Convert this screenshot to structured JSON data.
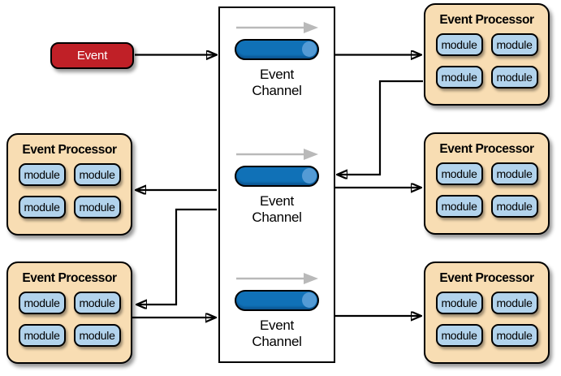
{
  "event": {
    "label": "Event"
  },
  "channels": [
    {
      "label": "Event Channel"
    },
    {
      "label": "Event Channel"
    },
    {
      "label": "Event Channel"
    }
  ],
  "processors": [
    {
      "position": "top-right",
      "title": "Event Processor",
      "modules": [
        "module",
        "module",
        "module",
        "module"
      ]
    },
    {
      "position": "middle-left",
      "title": "Event Processor",
      "modules": [
        "module",
        "module",
        "module",
        "module"
      ]
    },
    {
      "position": "middle-right",
      "title": "Event Processor",
      "modules": [
        "module",
        "module",
        "module",
        "module"
      ]
    },
    {
      "position": "bottom-left",
      "title": "Event Processor",
      "modules": [
        "module",
        "module",
        "module",
        "module"
      ]
    },
    {
      "position": "bottom-right",
      "title": "Event Processor",
      "modules": [
        "module",
        "module",
        "module",
        "module"
      ]
    }
  ],
  "icons": {
    "flow_arrow": "gray-right-flow-arrow",
    "pipe": "blue-horizontal-cylinder",
    "connector_arrowhead": "black-filled-triangle"
  },
  "colors": {
    "event_fill": "#c02027",
    "event_text": "#ffffff",
    "processor_fill": "#f8ddb3",
    "module_fill": "#b2d3ec",
    "pipe_fill": "#1071b7",
    "pipe_cap_fill": "#549bd5",
    "flow_arrow": "#b9b9b9",
    "channel_box_fill": "#ffffff",
    "outline": "#000000"
  }
}
